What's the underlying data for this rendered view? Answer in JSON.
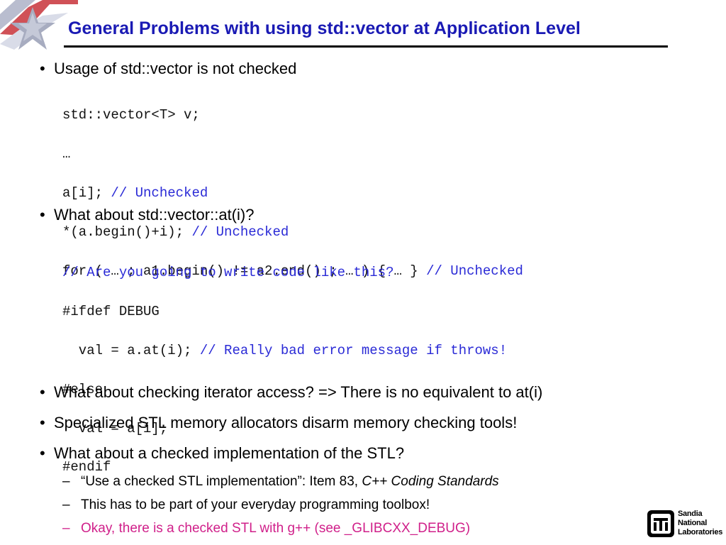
{
  "title": "General Problems with using std::vector at Application Level",
  "bullets": [
    {
      "text": "Usage of std::vector is not checked"
    },
    {
      "text": "What about std::vector::at(i)?"
    },
    {
      "text": "What about checking iterator access?  => There  is no equivalent to at(i)"
    },
    {
      "text": "Specialized STL memory allocators disarm memory checking tools!"
    },
    {
      "text": "What about a checked implementation of the STL?"
    }
  ],
  "code1": [
    {
      "code": "std::vector<T> v;",
      "comment": ""
    },
    {
      "code": "…",
      "comment": ""
    },
    {
      "code": "a[i]; ",
      "comment": "// Unchecked"
    },
    {
      "code": "*(a.begin()+i); ",
      "comment": "// Unchecked"
    },
    {
      "code": "for ( … ; a1.begin() != a2.end() ; … ) { … } ",
      "comment": "// Unchecked"
    }
  ],
  "code2": [
    {
      "code": "",
      "comment": "// Are you going to write code like this?"
    },
    {
      "code": "#ifdef DEBUG",
      "comment": ""
    },
    {
      "code": "  val = a.at(i); ",
      "comment": "// Really bad error message if throws!"
    },
    {
      "code": "#else",
      "comment": ""
    },
    {
      "code": "  val = a[i];",
      "comment": ""
    },
    {
      "code": "#endif",
      "comment": ""
    }
  ],
  "subitems": [
    {
      "prefix": "“Use a checked STL implementation”: Item 83, ",
      "italic": "C++ Coding Standards"
    },
    {
      "prefix": "This has to be part of your everyday programming toolbox!",
      "italic": ""
    },
    {
      "prefix": "Okay, there is a checked STL with g++ (see _GLIBCXX_DEBUG)",
      "italic": ""
    }
  ],
  "logo": {
    "line1": "Sandia",
    "line2": "National",
    "line3": "Laboratories"
  },
  "colors": {
    "title": "#1a1ab4",
    "comment": "#2a2ad6",
    "highlight": "#d0208a"
  }
}
